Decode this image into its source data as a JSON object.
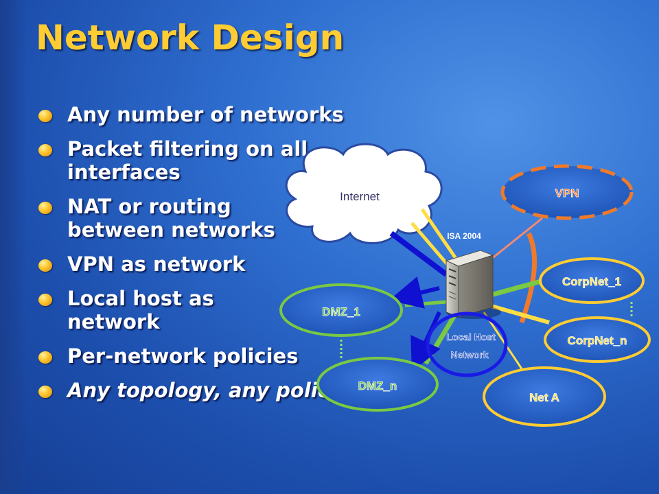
{
  "slide": {
    "title": "Network Design",
    "bullets": [
      "Any number of networks",
      "Packet filtering on all interfaces",
      "NAT or routing between networks",
      "VPN as network",
      "Local host as network",
      "Per-network policies",
      "Any topology, any policy"
    ]
  },
  "diagram": {
    "internet": "Internet",
    "server": "ISA 2004",
    "vpn": "VPN",
    "corpnet_1": "CorpNet_1",
    "corpnet_n": "CorpNet_n",
    "net_a": "Net A",
    "dmz_1": "DMZ_1",
    "dmz_n": "DMZ_n",
    "local_host_line1": "Local Host",
    "local_host_line2": "Network"
  },
  "colors": {
    "title": "#ffcc33",
    "ellipse_fill": "#2a63c6",
    "corpnet_border": "#ffcc33",
    "dmz_border": "#7ac943",
    "vpn_border": "#f07a2a",
    "local_host_ring": "#1a1ae6"
  }
}
